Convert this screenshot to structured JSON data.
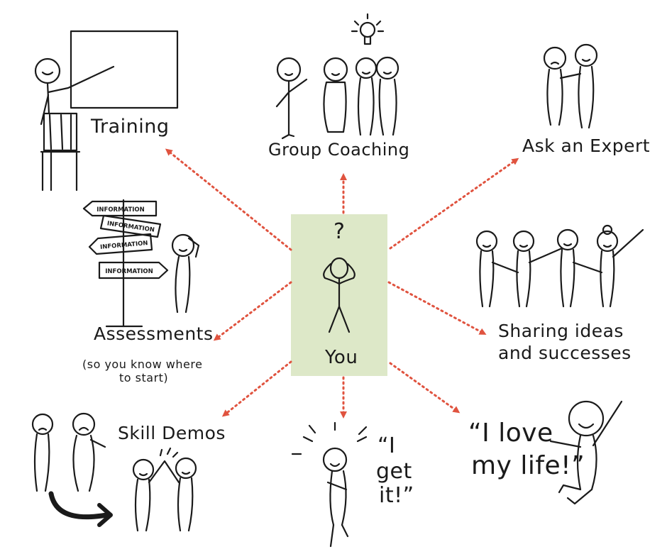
{
  "center": {
    "label": "You",
    "glyph": "?"
  },
  "nodes": {
    "training": "Training",
    "group_coaching": "Group Coaching",
    "ask_expert": "Ask an Expert",
    "assessments": "Assessments",
    "assessments_sub1": "(so you know where",
    "assessments_sub2": "to start)",
    "sharing_line1": "Sharing ideas",
    "sharing_line2": "and successes",
    "skill_demos": "Skill Demos",
    "get_it_1": "“I",
    "get_it_2": "get",
    "get_it_3": "it!”",
    "love_1": "“I love",
    "love_2": "my life!”"
  },
  "signpost": [
    "INFORMATION",
    "INFORMATION",
    "INFORMATION",
    "INFORMATION"
  ],
  "colors": {
    "arrow": "#e0533f",
    "center_bg": "#dde8c8",
    "ink": "#1a1a1a"
  }
}
